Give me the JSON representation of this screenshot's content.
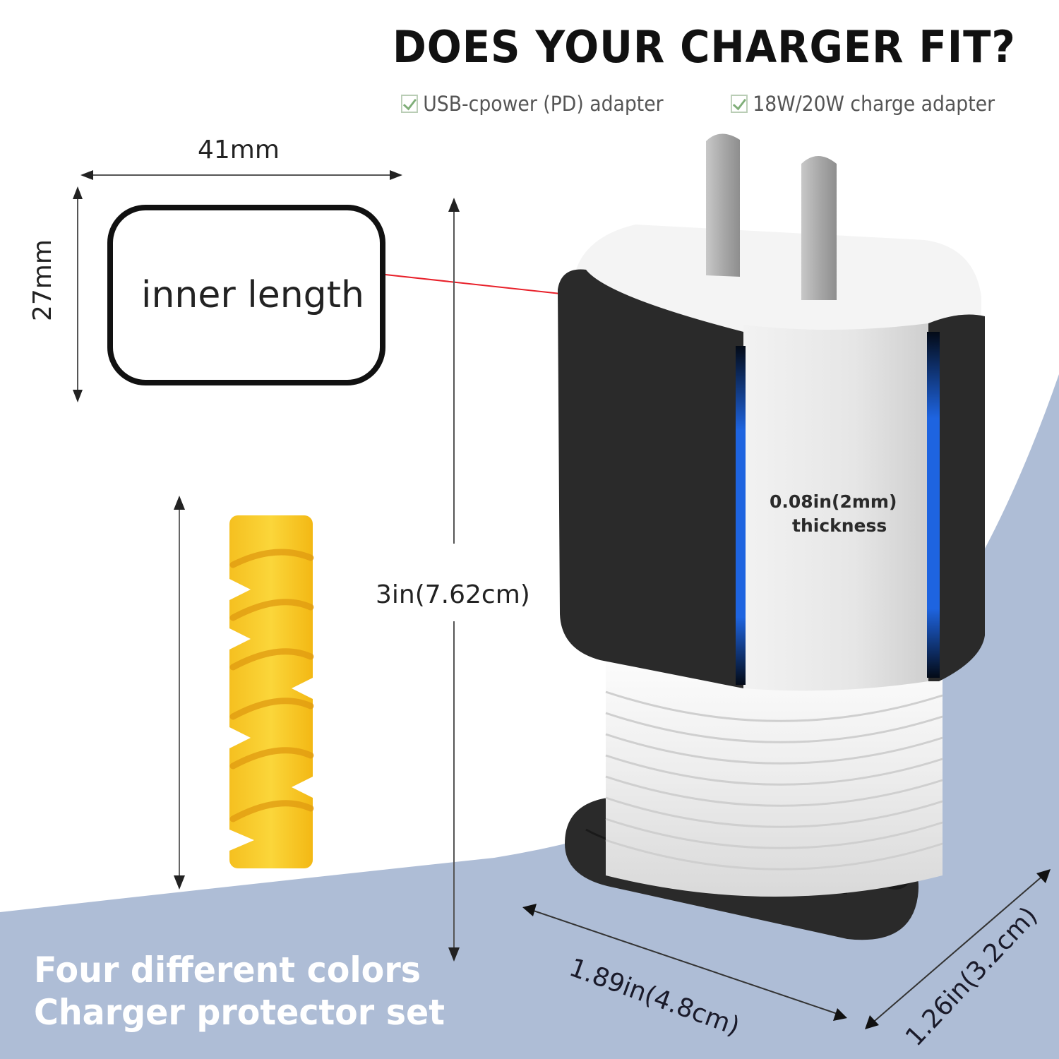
{
  "header": {
    "title": "DOES YOUR CHARGER FIT?",
    "compatibility": [
      {
        "icon": "checkbox-checked-icon",
        "label": "USB-cpower (PD) adapter"
      },
      {
        "icon": "checkbox-checked-icon",
        "label": "18W/20W charge adapter"
      }
    ]
  },
  "diagram": {
    "inner_width": "41mm",
    "inner_height": "27mm",
    "inner_label": "inner length",
    "height_label": "3in(7.62cm)",
    "thickness_line1": "0.08in(2mm)",
    "thickness_line2": "thickness",
    "base_length_label": "1.89in(4.8cm)",
    "base_width_label": "1.26in(3.2cm)"
  },
  "promo": {
    "line1": "Four different colors",
    "line2": "Charger protector set"
  },
  "colors": {
    "background_blue": "#aebdd6",
    "case_black": "#2a2a2a",
    "accent_blue": "#1e64e0",
    "spiral_yellow": "#f7c81e",
    "pointer_red": "#e8202a",
    "check_green": "#7fae78"
  }
}
